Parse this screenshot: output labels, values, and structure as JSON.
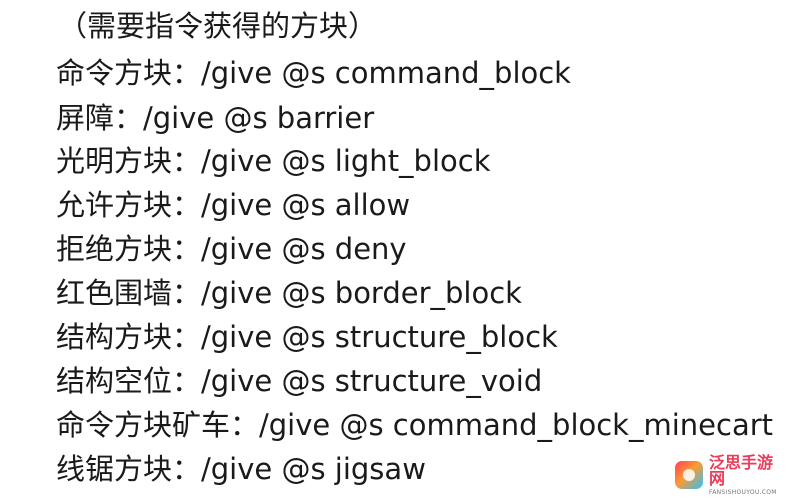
{
  "document": {
    "heading": "（需要指令获得的方块）",
    "lines": [
      "命令方块：/give @s command_block",
      "屏障：/give @s barrier",
      "光明方块：/give @s light_block",
      "允许方块：/give @s allow",
      "拒绝方块：/give @s deny",
      "红色围墙：/give @s border_block",
      "结构方块：/give @s structure_block",
      "结构空位：/give @s structure_void",
      "命令方块矿车：/give @s command_block_minecart",
      "线锯方块：/give @s jigsaw"
    ]
  },
  "watermark": {
    "title": "泛思手游网",
    "subtitle": "FANSISHOUYOU.COM"
  }
}
